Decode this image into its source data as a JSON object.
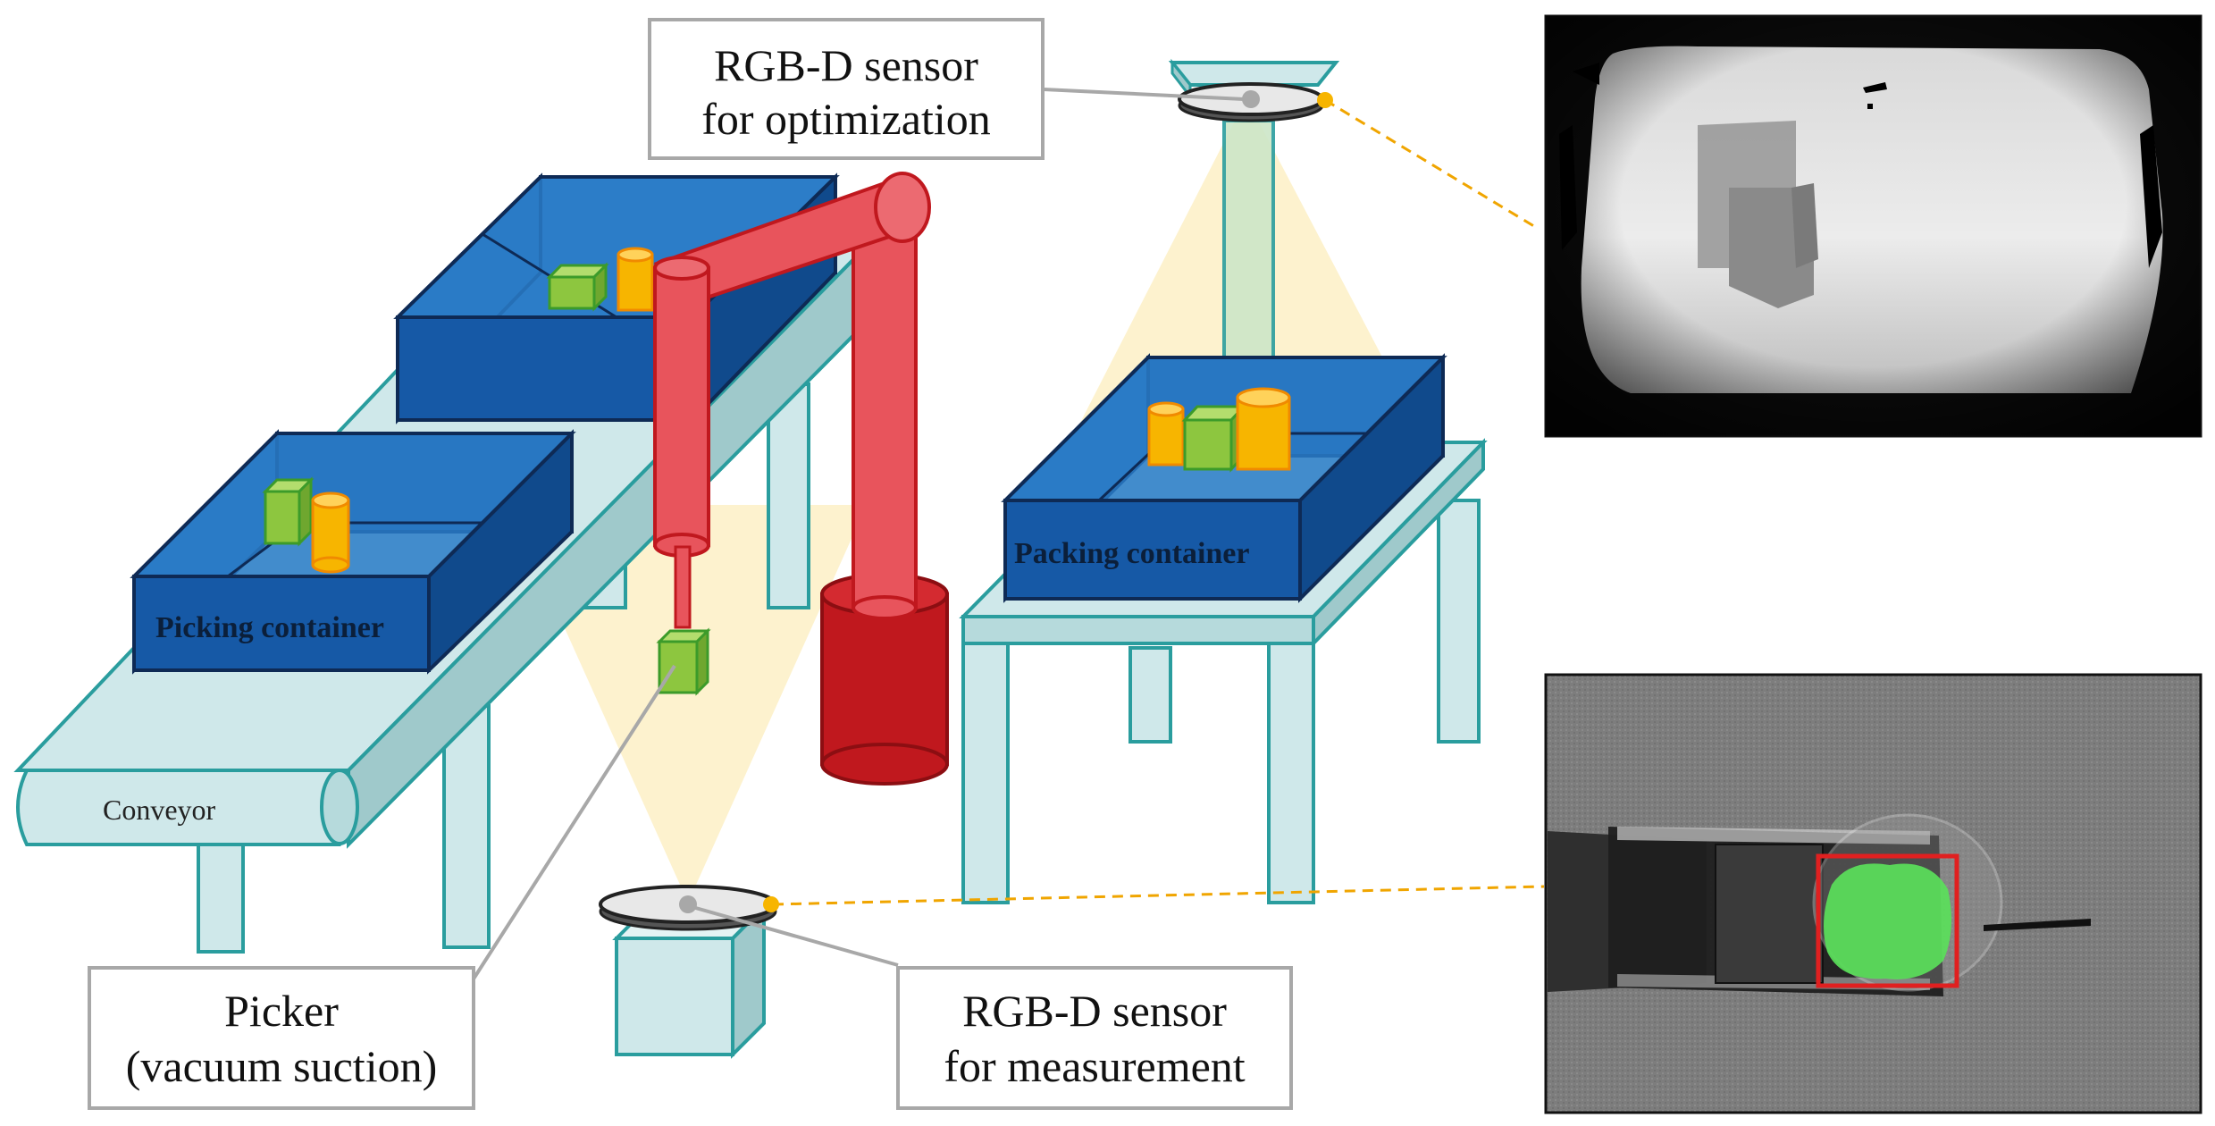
{
  "labels": {
    "sensor_top_line1": "RGB-D sensor",
    "sensor_top_line2": "for optimization",
    "sensor_bottom_line1": "RGB-D sensor",
    "sensor_bottom_line2": "for measurement",
    "picker_line1": "Picker",
    "picker_line2": "(vacuum suction)",
    "packing_container": "Packing container",
    "picking_container": "Picking container",
    "conveyor": "Conveyor"
  },
  "colors": {
    "container_blue": "#1f5fa8",
    "container_dark": "#0e3c78",
    "robot_red": "#e8545c",
    "robot_dark_red": "#c0181e",
    "table_teal": "#cfe8ea",
    "table_edge": "#2a9d9e",
    "item_green": "#8dc63f",
    "item_orange": "#f7b500",
    "sensor_cone": "#fbe7a6",
    "leader_orange": "#f0a500",
    "callout_border": "#a8a8a8"
  },
  "icons": {
    "depth_image": "depth-image-photo",
    "camera_image": "detection-image-photo"
  }
}
